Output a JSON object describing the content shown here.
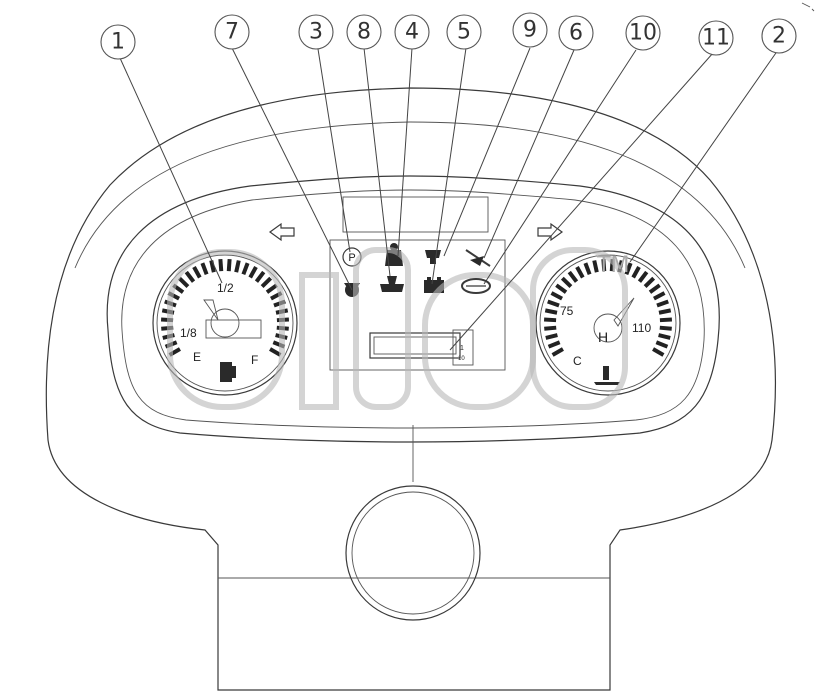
{
  "callouts": [
    "1",
    "7",
    "3",
    "8",
    "4",
    "5",
    "9",
    "6",
    "10",
    "11",
    "2"
  ],
  "fuel_gauge": {
    "labels": {
      "half": "1/2",
      "eighth": "1/8",
      "empty": "E",
      "full": "F"
    }
  },
  "temp_gauge": {
    "labels": {
      "low": "75",
      "high": "110",
      "cold": "C",
      "hot": "H"
    }
  },
  "watermark": {
    "trademark": "TM"
  },
  "icons": {
    "left_turn": "left-arrow-icon",
    "right_turn": "right-arrow-icon",
    "parking_brake": "parking-brake-icon",
    "oil_pressure": "oil-can-icon",
    "battery": "battery-icon",
    "glow_plug": "glow-plug-icon",
    "high_beam": "high-beam-icon",
    "seatbelt": "seatbelt-icon",
    "water_temp": "water-temperature-icon",
    "fuel_pump": "fuel-pump-icon"
  }
}
